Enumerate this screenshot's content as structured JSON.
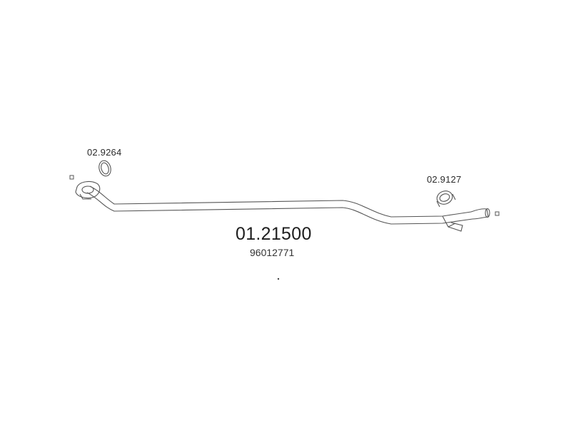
{
  "diagram": {
    "part_number": "01.21500",
    "oem_number": "96012771",
    "gasket_left_label": "02.9264",
    "gasket_right_label": "02.9127"
  }
}
